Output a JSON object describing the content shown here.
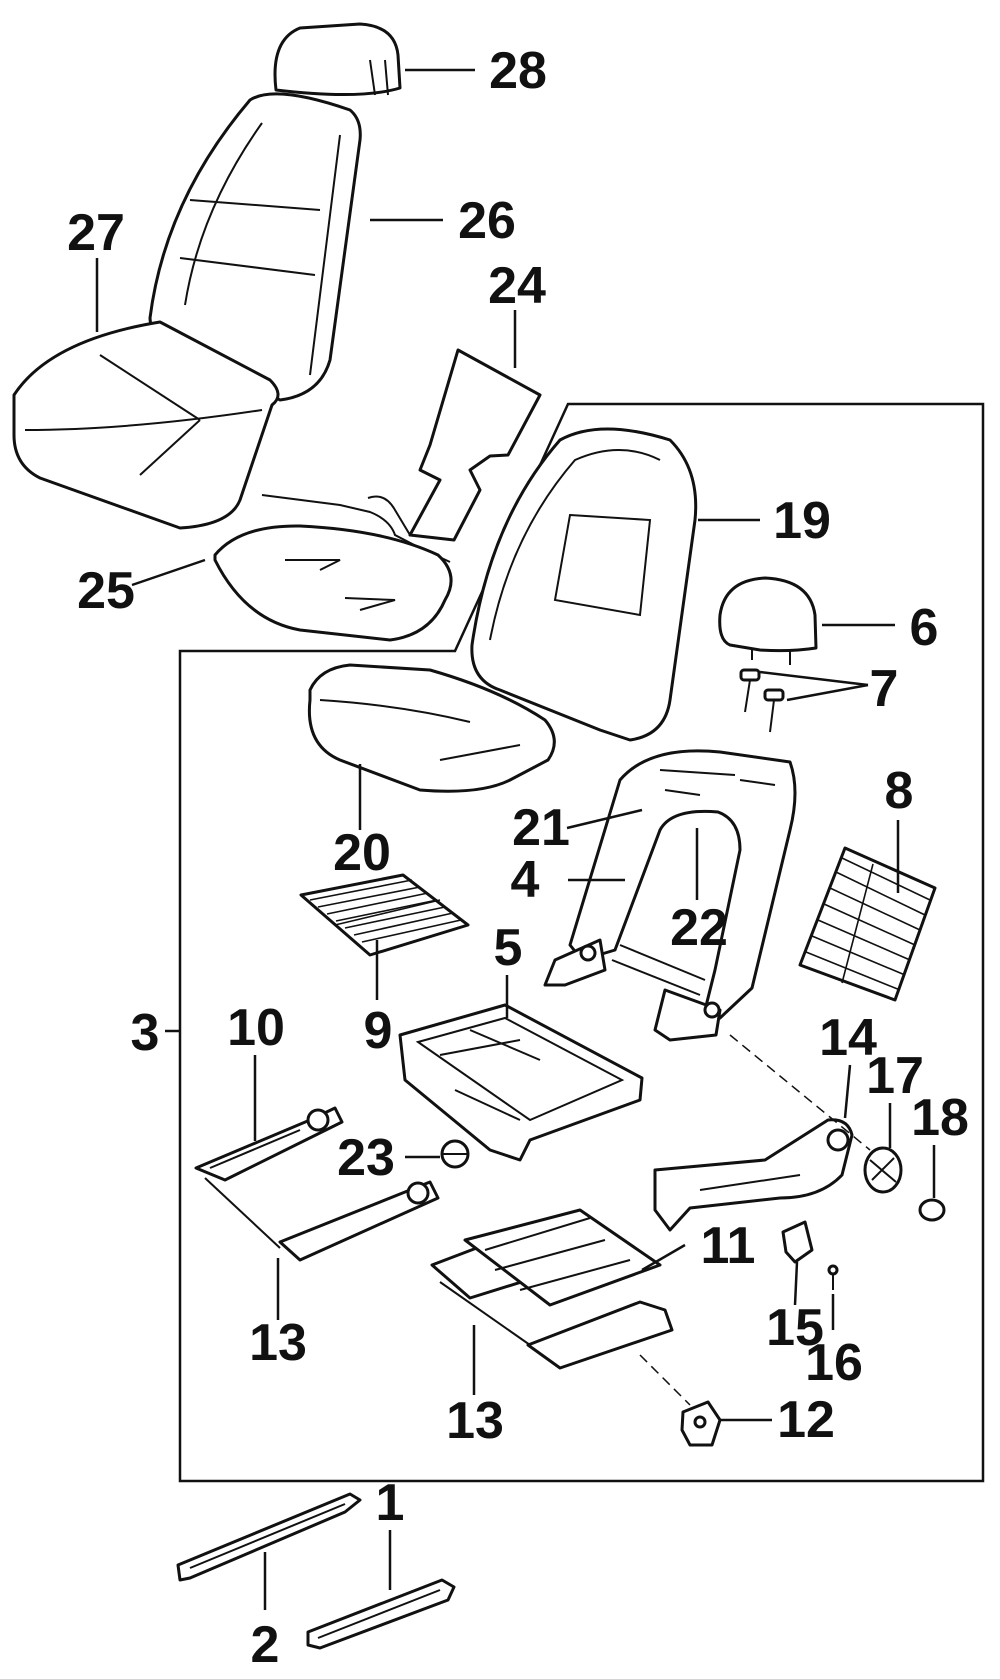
{
  "callouts": [
    {
      "id": "1",
      "text": "1"
    },
    {
      "id": "2",
      "text": "2"
    },
    {
      "id": "3",
      "text": "3"
    },
    {
      "id": "4",
      "text": "4"
    },
    {
      "id": "5",
      "text": "5"
    },
    {
      "id": "6",
      "text": "6"
    },
    {
      "id": "7",
      "text": "7"
    },
    {
      "id": "8",
      "text": "8"
    },
    {
      "id": "9",
      "text": "9"
    },
    {
      "id": "10",
      "text": "10"
    },
    {
      "id": "11",
      "text": "11"
    },
    {
      "id": "12",
      "text": "12"
    },
    {
      "id": "13a",
      "text": "13"
    },
    {
      "id": "13b",
      "text": "13"
    },
    {
      "id": "14",
      "text": "14"
    },
    {
      "id": "15",
      "text": "15"
    },
    {
      "id": "16",
      "text": "16"
    },
    {
      "id": "17",
      "text": "17"
    },
    {
      "id": "18",
      "text": "18"
    },
    {
      "id": "19",
      "text": "19"
    },
    {
      "id": "20",
      "text": "20"
    },
    {
      "id": "21",
      "text": "21"
    },
    {
      "id": "22",
      "text": "22"
    },
    {
      "id": "23",
      "text": "23"
    },
    {
      "id": "24",
      "text": "24"
    },
    {
      "id": "25",
      "text": "25"
    },
    {
      "id": "26",
      "text": "26"
    },
    {
      "id": "27",
      "text": "27"
    },
    {
      "id": "28",
      "text": "28"
    }
  ],
  "colors": {
    "ink": "#111111",
    "paper": "#ffffff"
  }
}
